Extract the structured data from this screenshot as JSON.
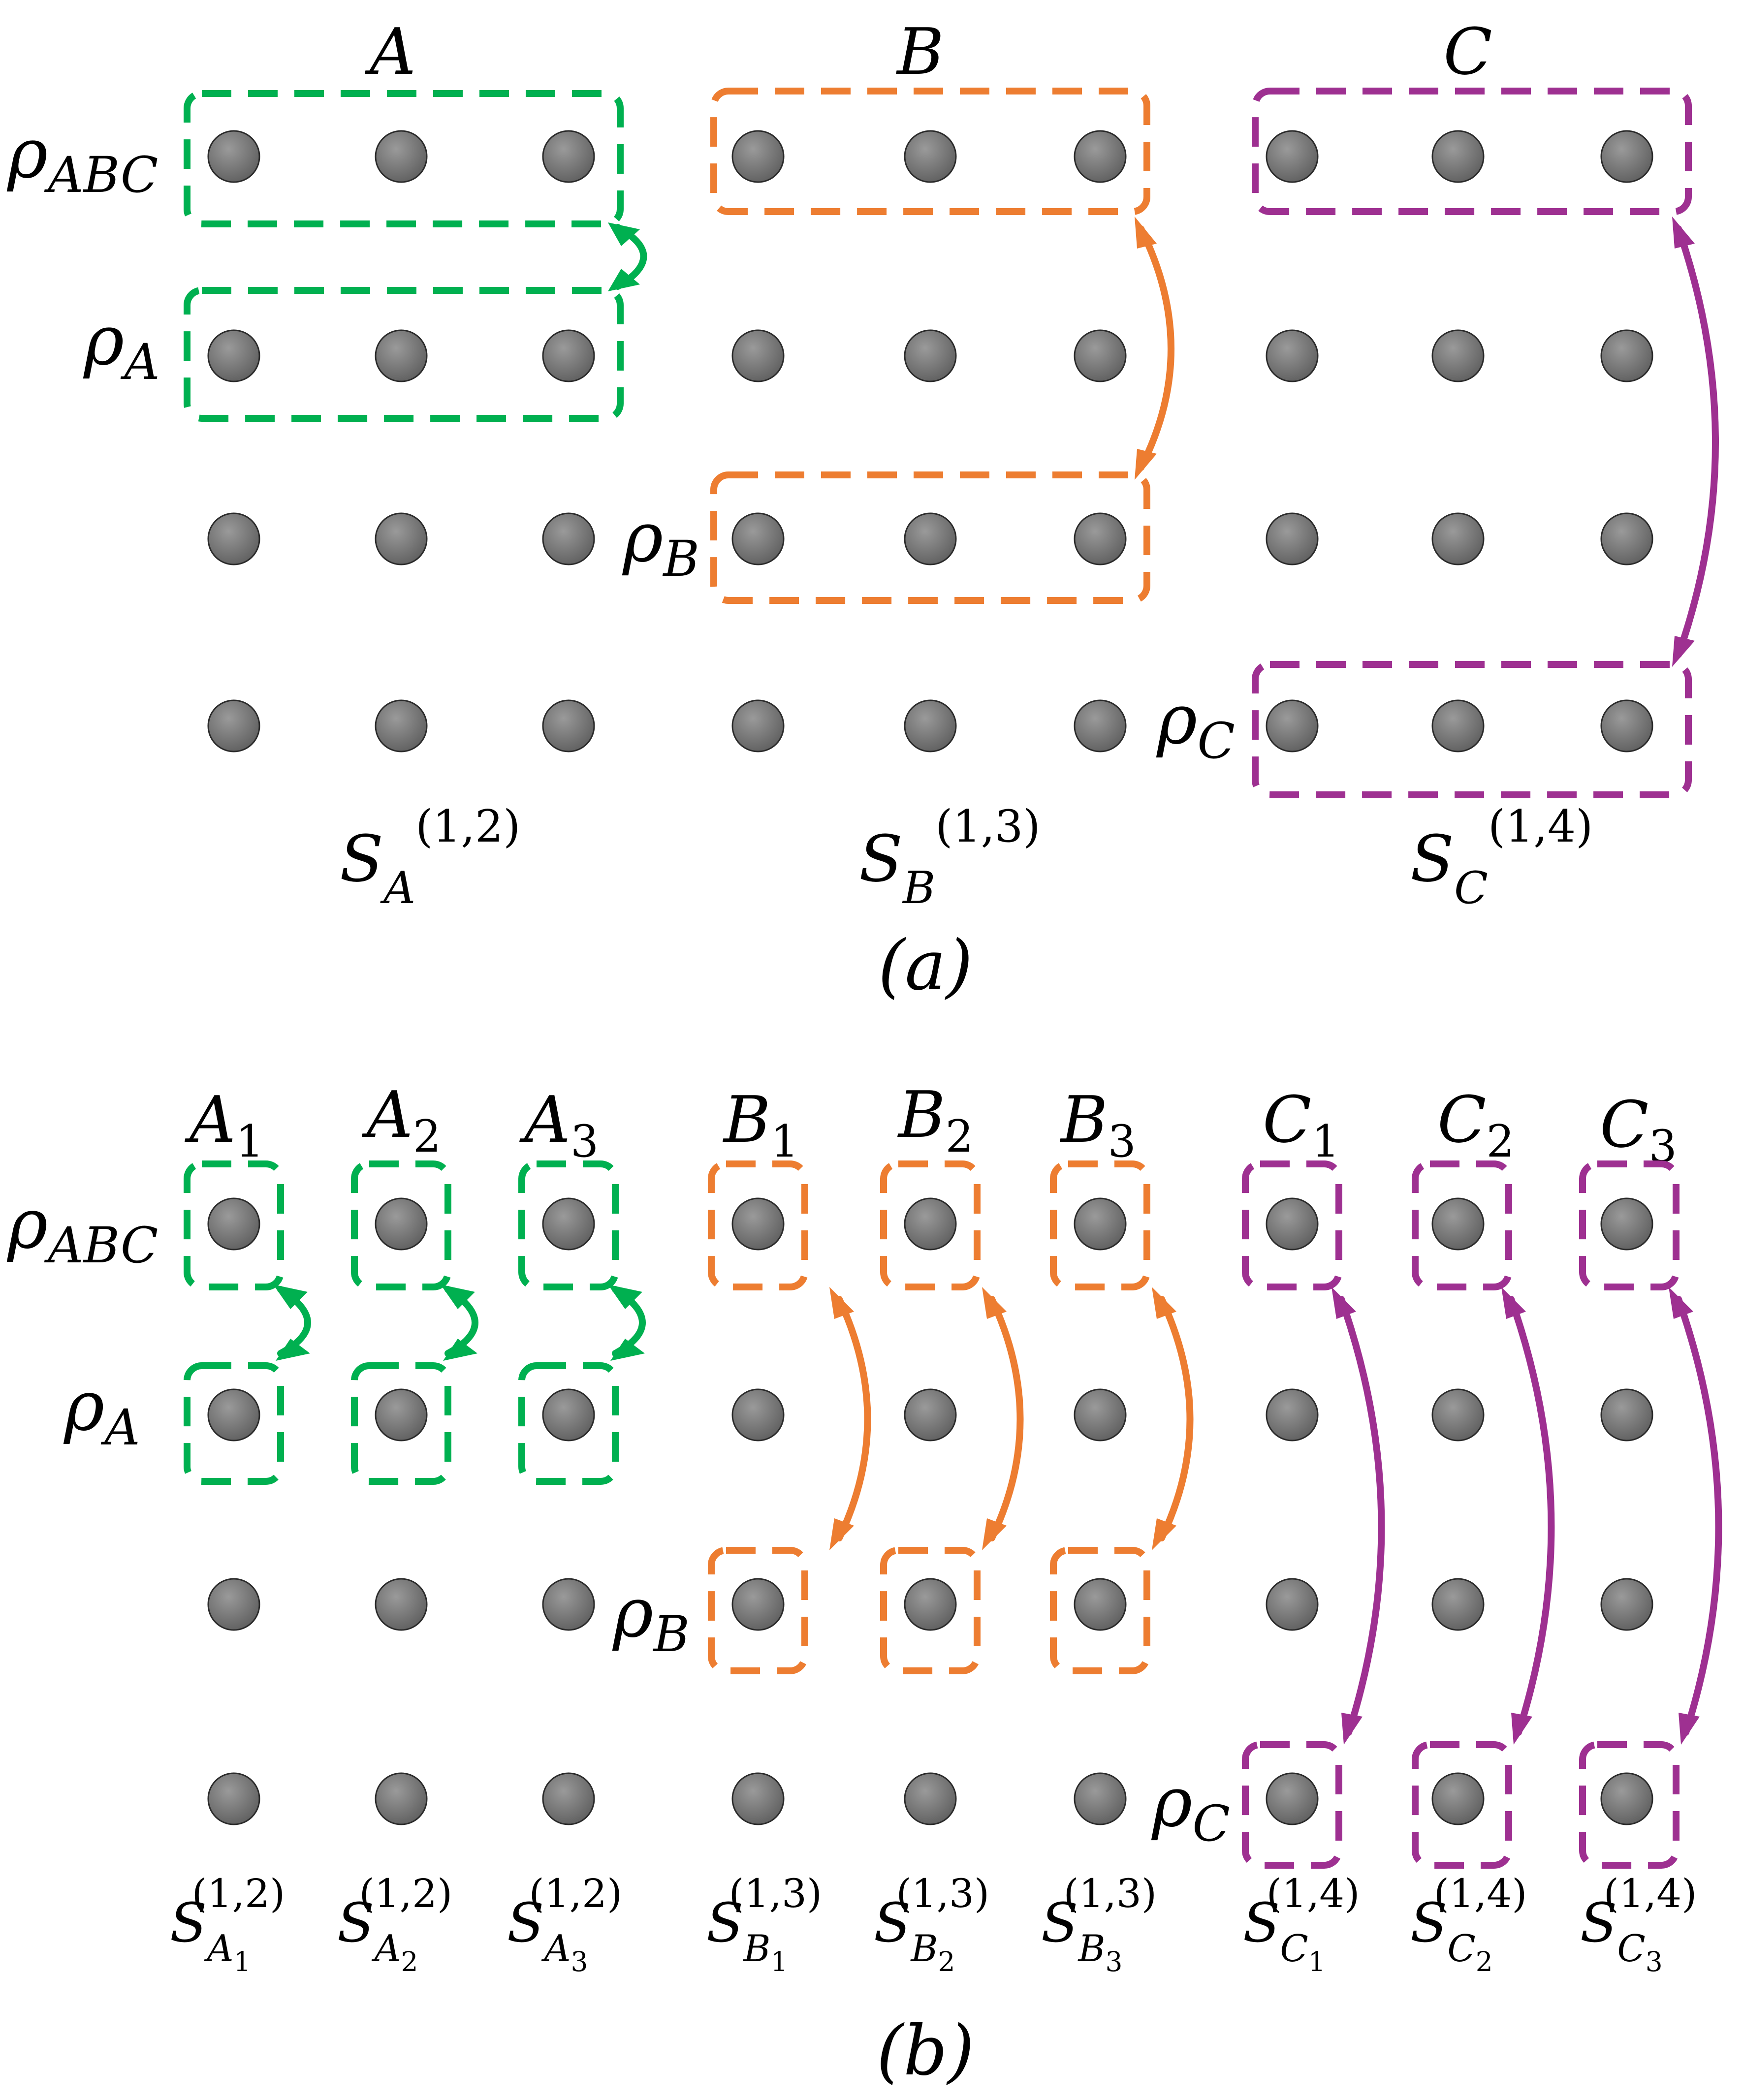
{
  "colors": {
    "A": "#00b050",
    "B": "#ed7d31",
    "C": "#9e3091",
    "dot": "#808080"
  },
  "panel_a": {
    "caption": "(a)",
    "group_labels": [
      "A",
      "B",
      "C"
    ],
    "row_labels": {
      "rho_ABC": {
        "base": "ρ",
        "sub": "ABC"
      },
      "rho_A": {
        "base": "ρ",
        "sub": "A"
      },
      "rho_B": {
        "base": "ρ",
        "sub": "B"
      },
      "rho_C": {
        "base": "ρ",
        "sub": "C"
      }
    },
    "swap_labels": [
      {
        "base": "S",
        "sub": "A",
        "sup": "(1,2)"
      },
      {
        "base": "S",
        "sub": "B",
        "sup": "(1,3)"
      },
      {
        "base": "S",
        "sub": "C",
        "sup": "(1,4)"
      }
    ]
  },
  "panel_b": {
    "caption": "(b)",
    "column_labels": [
      {
        "base": "A",
        "sub": "1"
      },
      {
        "base": "A",
        "sub": "2"
      },
      {
        "base": "A",
        "sub": "3"
      },
      {
        "base": "B",
        "sub": "1"
      },
      {
        "base": "B",
        "sub": "2"
      },
      {
        "base": "B",
        "sub": "3"
      },
      {
        "base": "C",
        "sub": "1"
      },
      {
        "base": "C",
        "sub": "2"
      },
      {
        "base": "C",
        "sub": "3"
      }
    ],
    "row_labels": {
      "rho_ABC": {
        "base": "ρ",
        "sub": "ABC"
      },
      "rho_A": {
        "base": "ρ",
        "sub": "A"
      },
      "rho_B": {
        "base": "ρ",
        "sub": "B"
      },
      "rho_C": {
        "base": "ρ",
        "sub": "C"
      }
    },
    "swap_labels": [
      {
        "base": "S",
        "sub": "A",
        "subsub": "1",
        "sup": "(1,2)"
      },
      {
        "base": "S",
        "sub": "A",
        "subsub": "2",
        "sup": "(1,2)"
      },
      {
        "base": "S",
        "sub": "A",
        "subsub": "3",
        "sup": "(1,2)"
      },
      {
        "base": "S",
        "sub": "B",
        "subsub": "1",
        "sup": "(1,3)"
      },
      {
        "base": "S",
        "sub": "B",
        "subsub": "2",
        "sup": "(1,3)"
      },
      {
        "base": "S",
        "sub": "B",
        "subsub": "3",
        "sup": "(1,3)"
      },
      {
        "base": "S",
        "sub": "C",
        "subsub": "1",
        "sup": "(1,4)"
      },
      {
        "base": "S",
        "sub": "C",
        "subsub": "2",
        "sup": "(1,4)"
      },
      {
        "base": "S",
        "sub": "C",
        "subsub": "3",
        "sup": "(1,4)"
      }
    ]
  }
}
